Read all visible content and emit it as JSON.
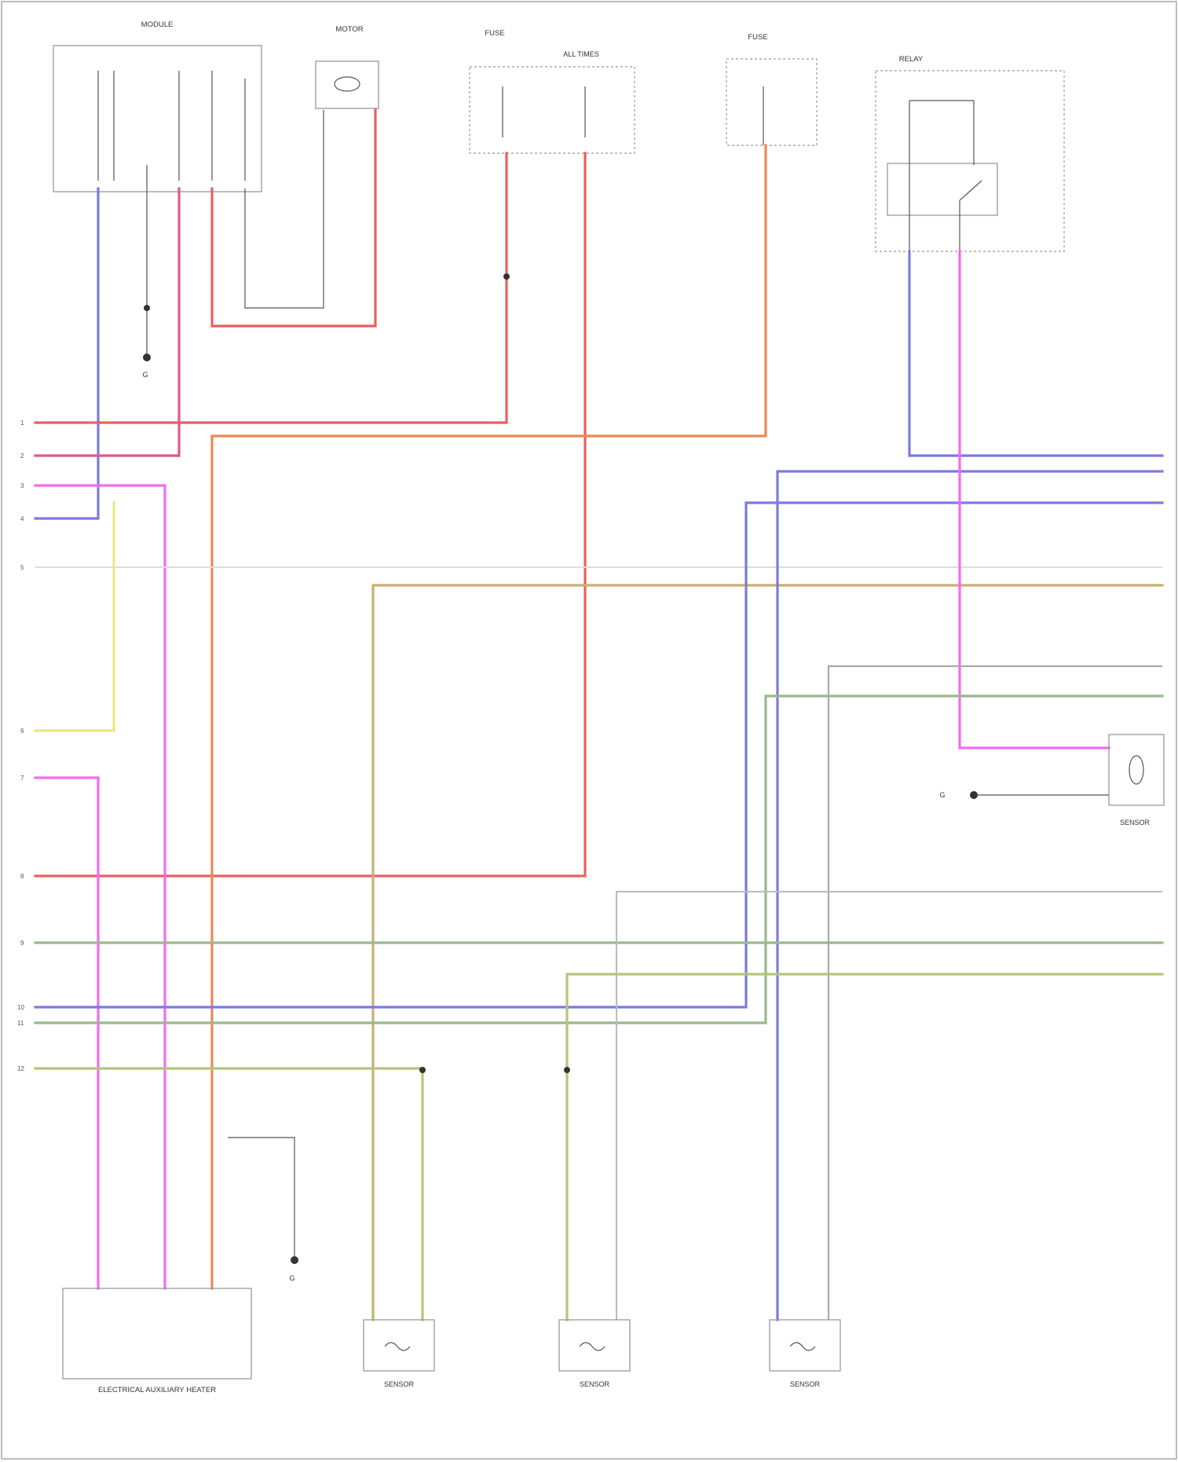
{
  "colors": {
    "red": "#e86060",
    "pink": "#e3578c",
    "orange": "#e88a55",
    "blue": "#7b7bdd",
    "magenta": "#f06cf0",
    "yellow": "#e9e880",
    "tan": "#c8b070",
    "gray": "#c8c8c8",
    "green": "#9bb88c",
    "olive": "#b8c47a",
    "darkgray": "#8a8a8a",
    "lightgray": "#e0e0e0"
  },
  "components": {
    "module_top_left": "MODULE",
    "motor_top": "MOTOR",
    "fuse_center": "FUSE",
    "fuse_center_sub": "ALL TIMES",
    "fuse_right": "FUSE",
    "relay_right": "RELAY",
    "heater_bottom": "ELECTRICAL AUXILIARY HEATER",
    "sensor1": "SENSOR",
    "sensor2": "SENSOR",
    "sensor3": "SENSOR",
    "sensor_right": "SENSOR",
    "ground_left": "G",
    "ground_mid": "G",
    "ground_bottom": "G"
  },
  "pins": {
    "p1": "1",
    "p2": "2",
    "p3": "3",
    "p4": "4",
    "p5": "5",
    "p6": "6",
    "p7": "7",
    "p8": "8",
    "p9": "9",
    "p10": "10",
    "p11": "11",
    "p12": "12"
  },
  "footer": {
    "source": ""
  }
}
